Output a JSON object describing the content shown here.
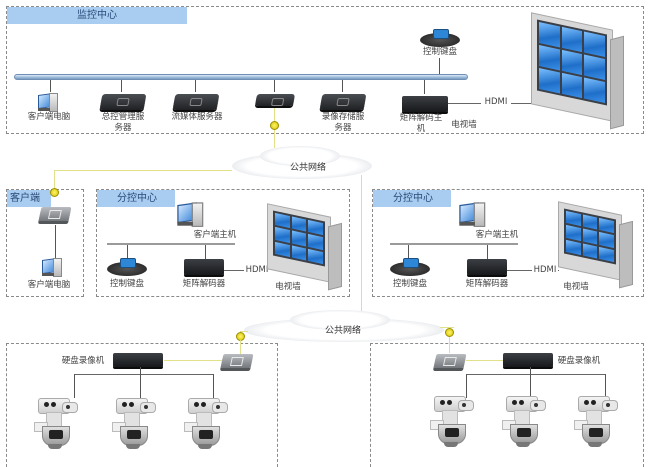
{
  "monitor_center": {
    "title": "监控中心",
    "devices": [
      {
        "label": "客户端电脑",
        "type": "pc-icon"
      },
      {
        "label": "总控管理服务器",
        "type": "server-icon"
      },
      {
        "label": "流媒体服务器",
        "type": "server-icon"
      },
      {
        "label": "",
        "type": "switch-icon"
      },
      {
        "label": "录像存储服务器",
        "type": "server-icon"
      },
      {
        "label": "矩阵解码主机",
        "type": "decoder-icon"
      }
    ],
    "keyboard_label": "控制键盘",
    "hdmi_label": "HDMI",
    "tv_wall_label": "电视墙"
  },
  "public_network_label": "公共网络",
  "client_zone": {
    "title": "客户端",
    "pc_label": "客户端电脑"
  },
  "branch_centers": [
    {
      "title": "分控中心",
      "host_label": "客户端主机",
      "keyboard_label": "控制键盘",
      "decoder_label": "矩阵解码器",
      "hdmi_label": "HDMI",
      "tv_wall_label": "电视墙"
    },
    {
      "title": "分控中心",
      "host_label": "客户端主机",
      "keyboard_label": "控制键盘",
      "decoder_label": "矩阵解码器",
      "hdmi_label": "HDMI",
      "tv_wall_label": "电视墙"
    }
  ],
  "sites": [
    {
      "nvr_label": "硬盘录像机",
      "camera_count": 3
    },
    {
      "nvr_label": "硬盘录像机",
      "camera_count": 3
    }
  ],
  "colors": {
    "zone_title_bg": "#a9cdf0",
    "bus": "#9ab8d8",
    "wan_link": "#e3e08a",
    "screen": "#2e86d6"
  }
}
